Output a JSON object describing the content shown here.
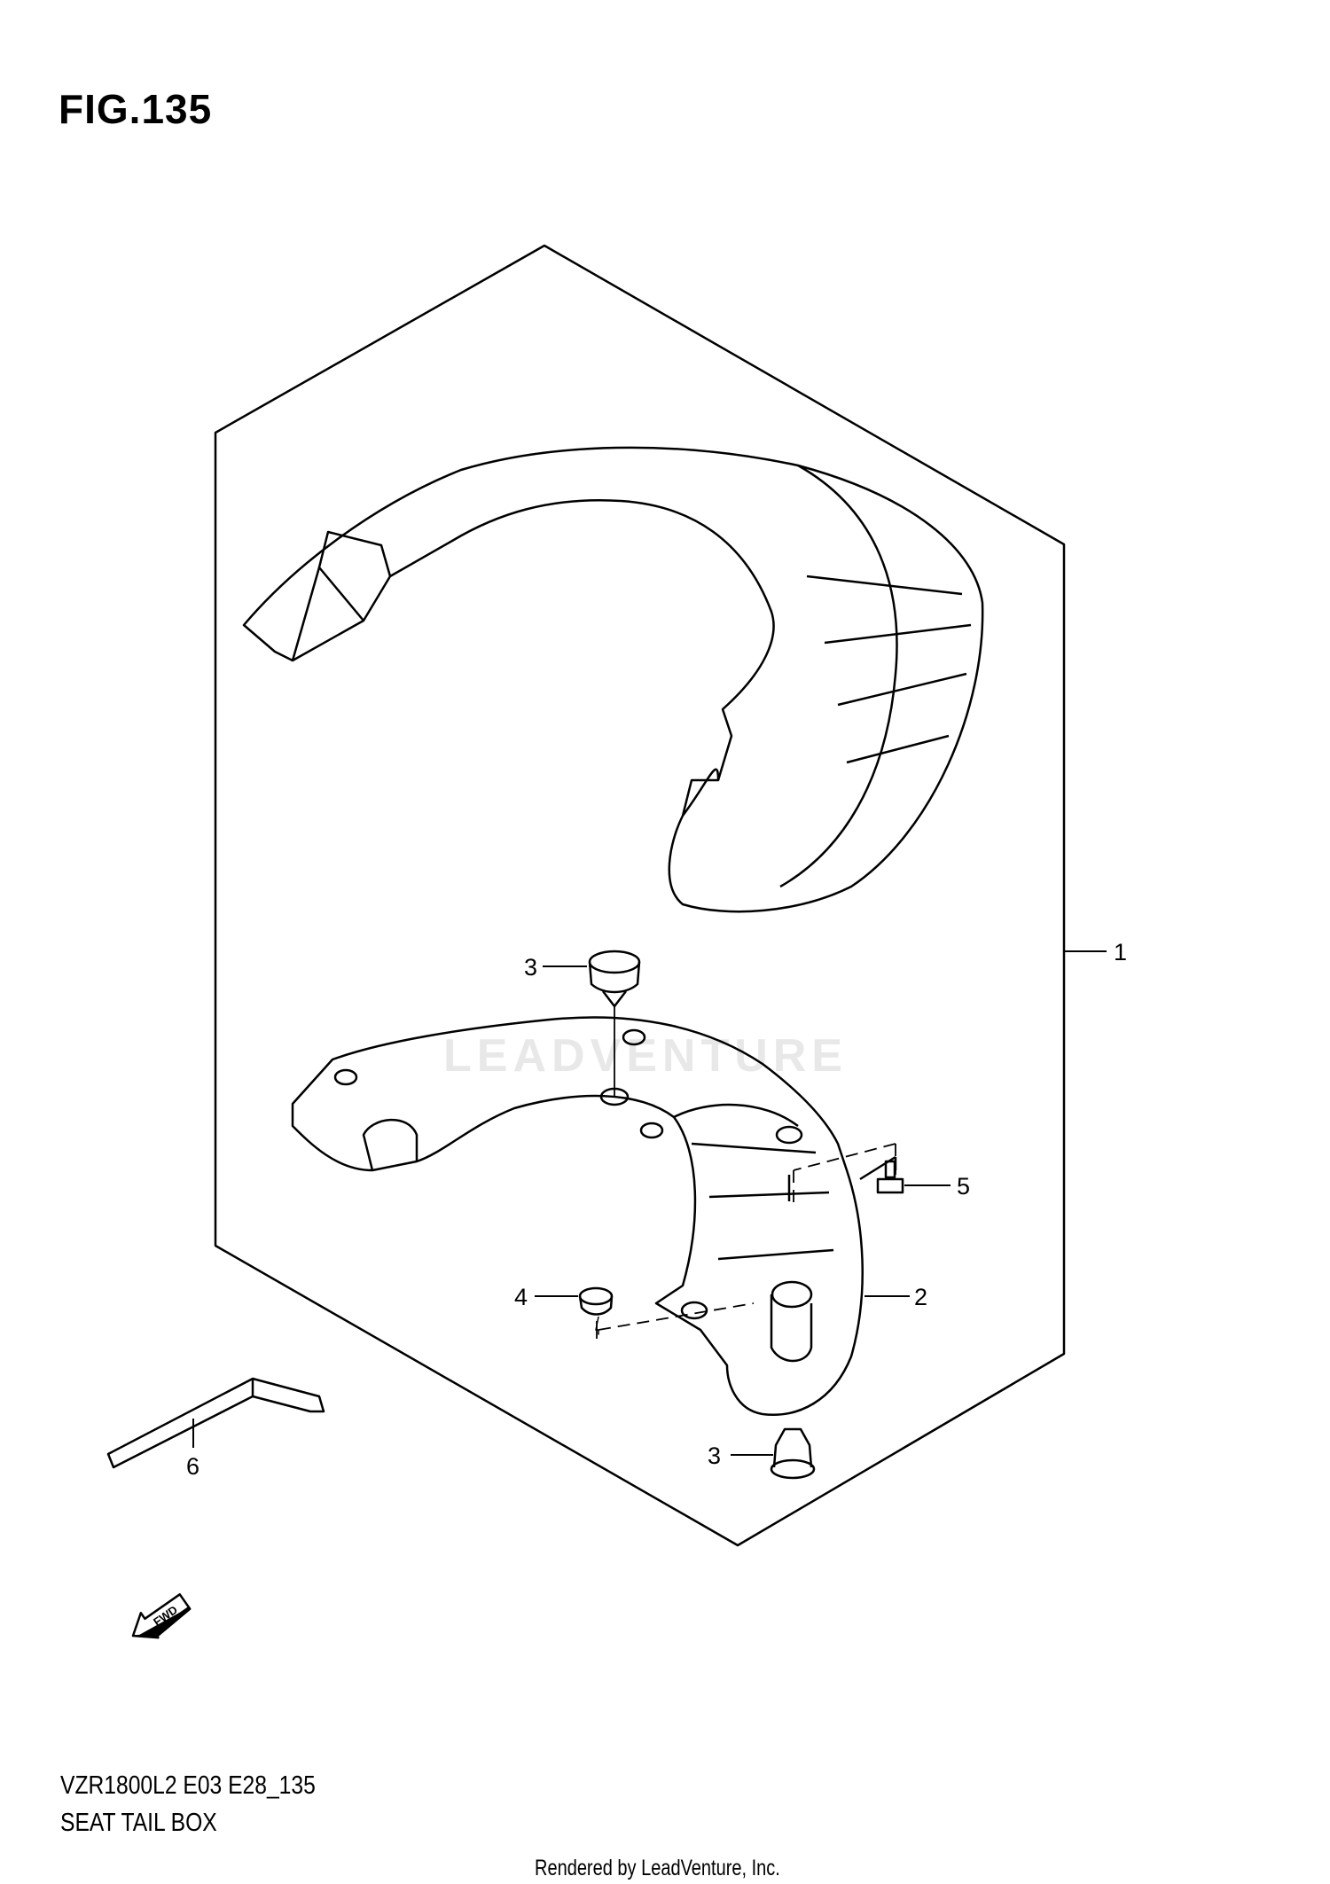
{
  "figure": {
    "label": "FIG.135"
  },
  "callouts": [
    {
      "number": "1"
    },
    {
      "number": "3"
    },
    {
      "number": "5"
    },
    {
      "number": "2"
    },
    {
      "number": "4"
    },
    {
      "number": "3"
    },
    {
      "number": "6"
    }
  ],
  "fwd_arrow": {
    "label": "FWD"
  },
  "footer": {
    "model_code": "VZR1800L2 E03 E28_135",
    "section_title": "SEAT TAIL BOX",
    "credit": "Rendered by LeadVenture, Inc."
  },
  "watermark": {
    "text": "LEADVENTURE"
  }
}
